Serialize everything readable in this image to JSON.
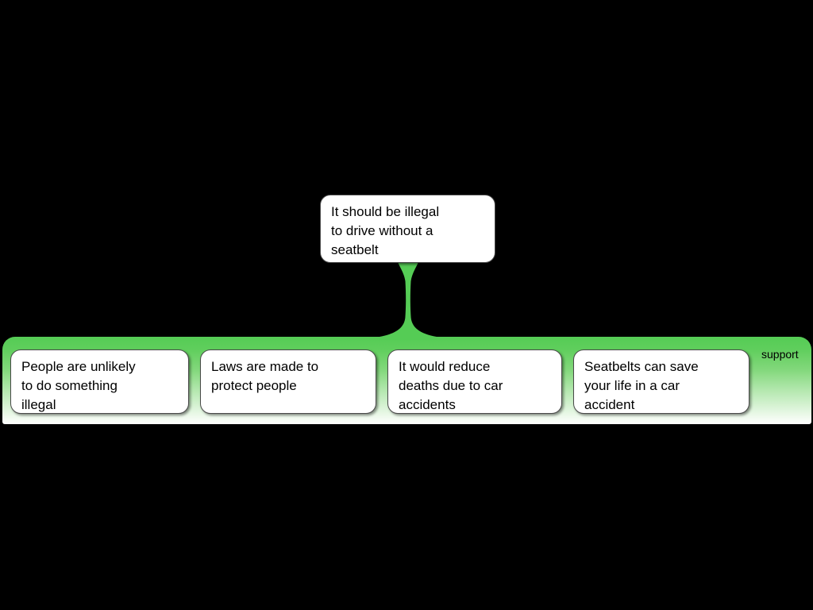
{
  "diagram": {
    "type": "argument-map",
    "background_color": "#000000",
    "relation_color": "#55cc55",
    "node_fill": "#ffffff",
    "claim": {
      "id": "claim-1",
      "text": "It should be illegal\nto drive without a\nseatbelt"
    },
    "relation": {
      "label": "support",
      "kind": "support",
      "from_premises": [
        "premise-1",
        "premise-2",
        "premise-3",
        "premise-4"
      ],
      "to_claim": "claim-1"
    },
    "premises": [
      {
        "id": "premise-1",
        "text": "People are unlikely\nto do something\nillegal"
      },
      {
        "id": "premise-2",
        "text": "Laws are made to\nprotect people"
      },
      {
        "id": "premise-3",
        "text": "It would reduce\ndeaths due to car\naccidents"
      },
      {
        "id": "premise-4",
        "text": "Seatbelts can save\nyour life in a car\naccident"
      }
    ]
  }
}
